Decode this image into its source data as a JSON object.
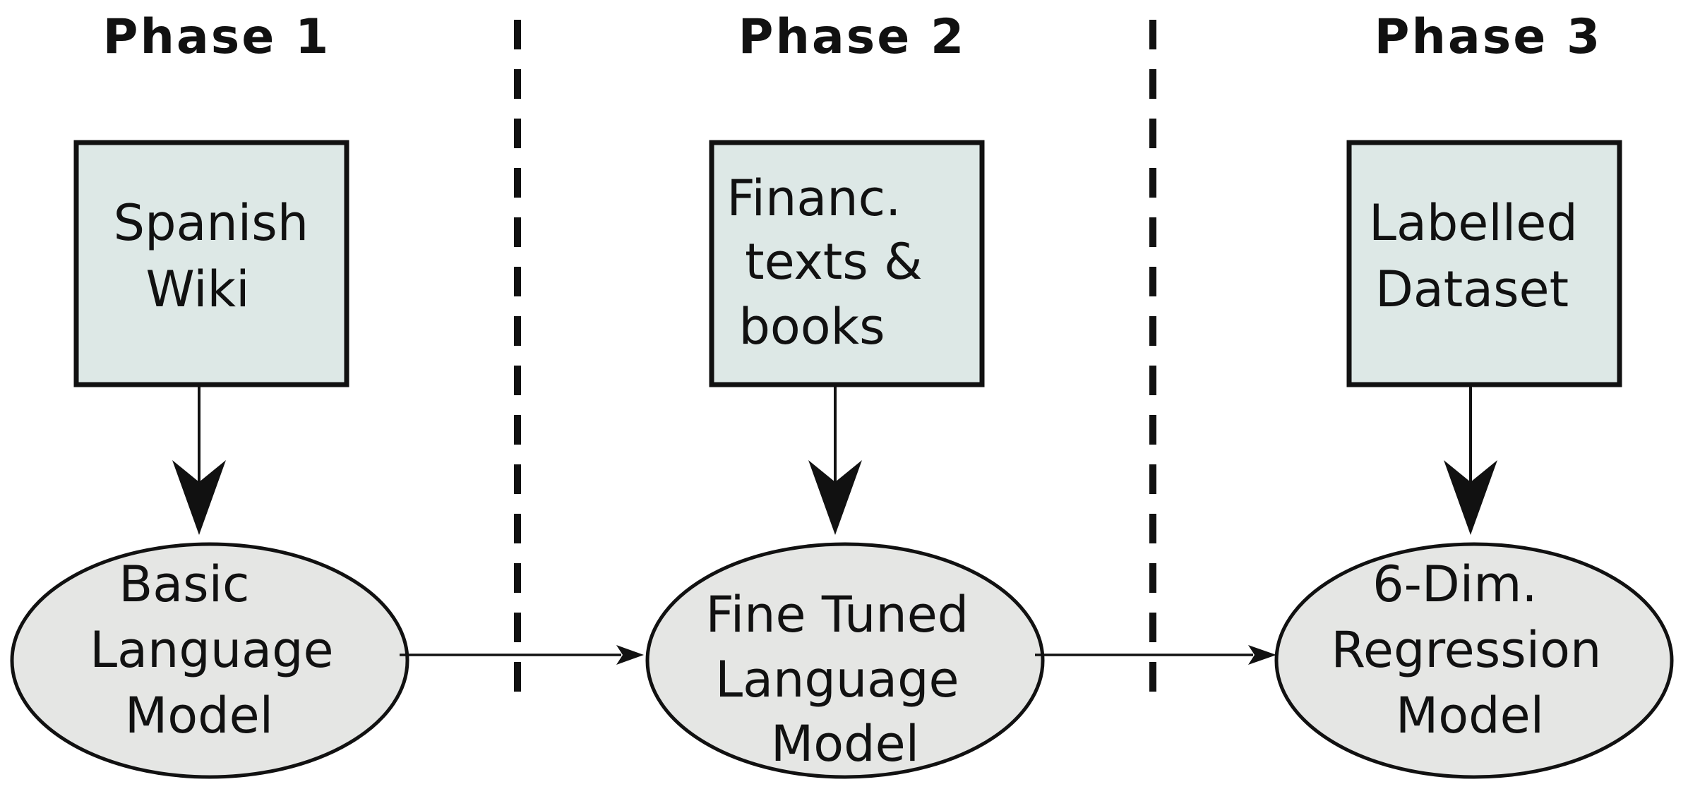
{
  "phases": [
    {
      "title": "Phase 1",
      "source": {
        "lines": [
          "Spanish",
          "Wiki"
        ]
      },
      "model": {
        "lines": [
          "Basic",
          "Language",
          "Model"
        ]
      }
    },
    {
      "title": "Phase 2",
      "source": {
        "lines": [
          "Financ.",
          "texts &",
          "books"
        ]
      },
      "model": {
        "lines": [
          "Fine Tuned",
          "Language",
          "Model"
        ]
      }
    },
    {
      "title": "Phase 3",
      "source": {
        "lines": [
          "Labelled",
          "Dataset"
        ]
      },
      "model": {
        "lines": [
          "6-Dim.",
          "Regression",
          "Model"
        ]
      }
    }
  ],
  "colors": {
    "box_fill": "#dde8e6",
    "ellipse_fill": "#e5e6e4",
    "stroke": "#111111"
  }
}
